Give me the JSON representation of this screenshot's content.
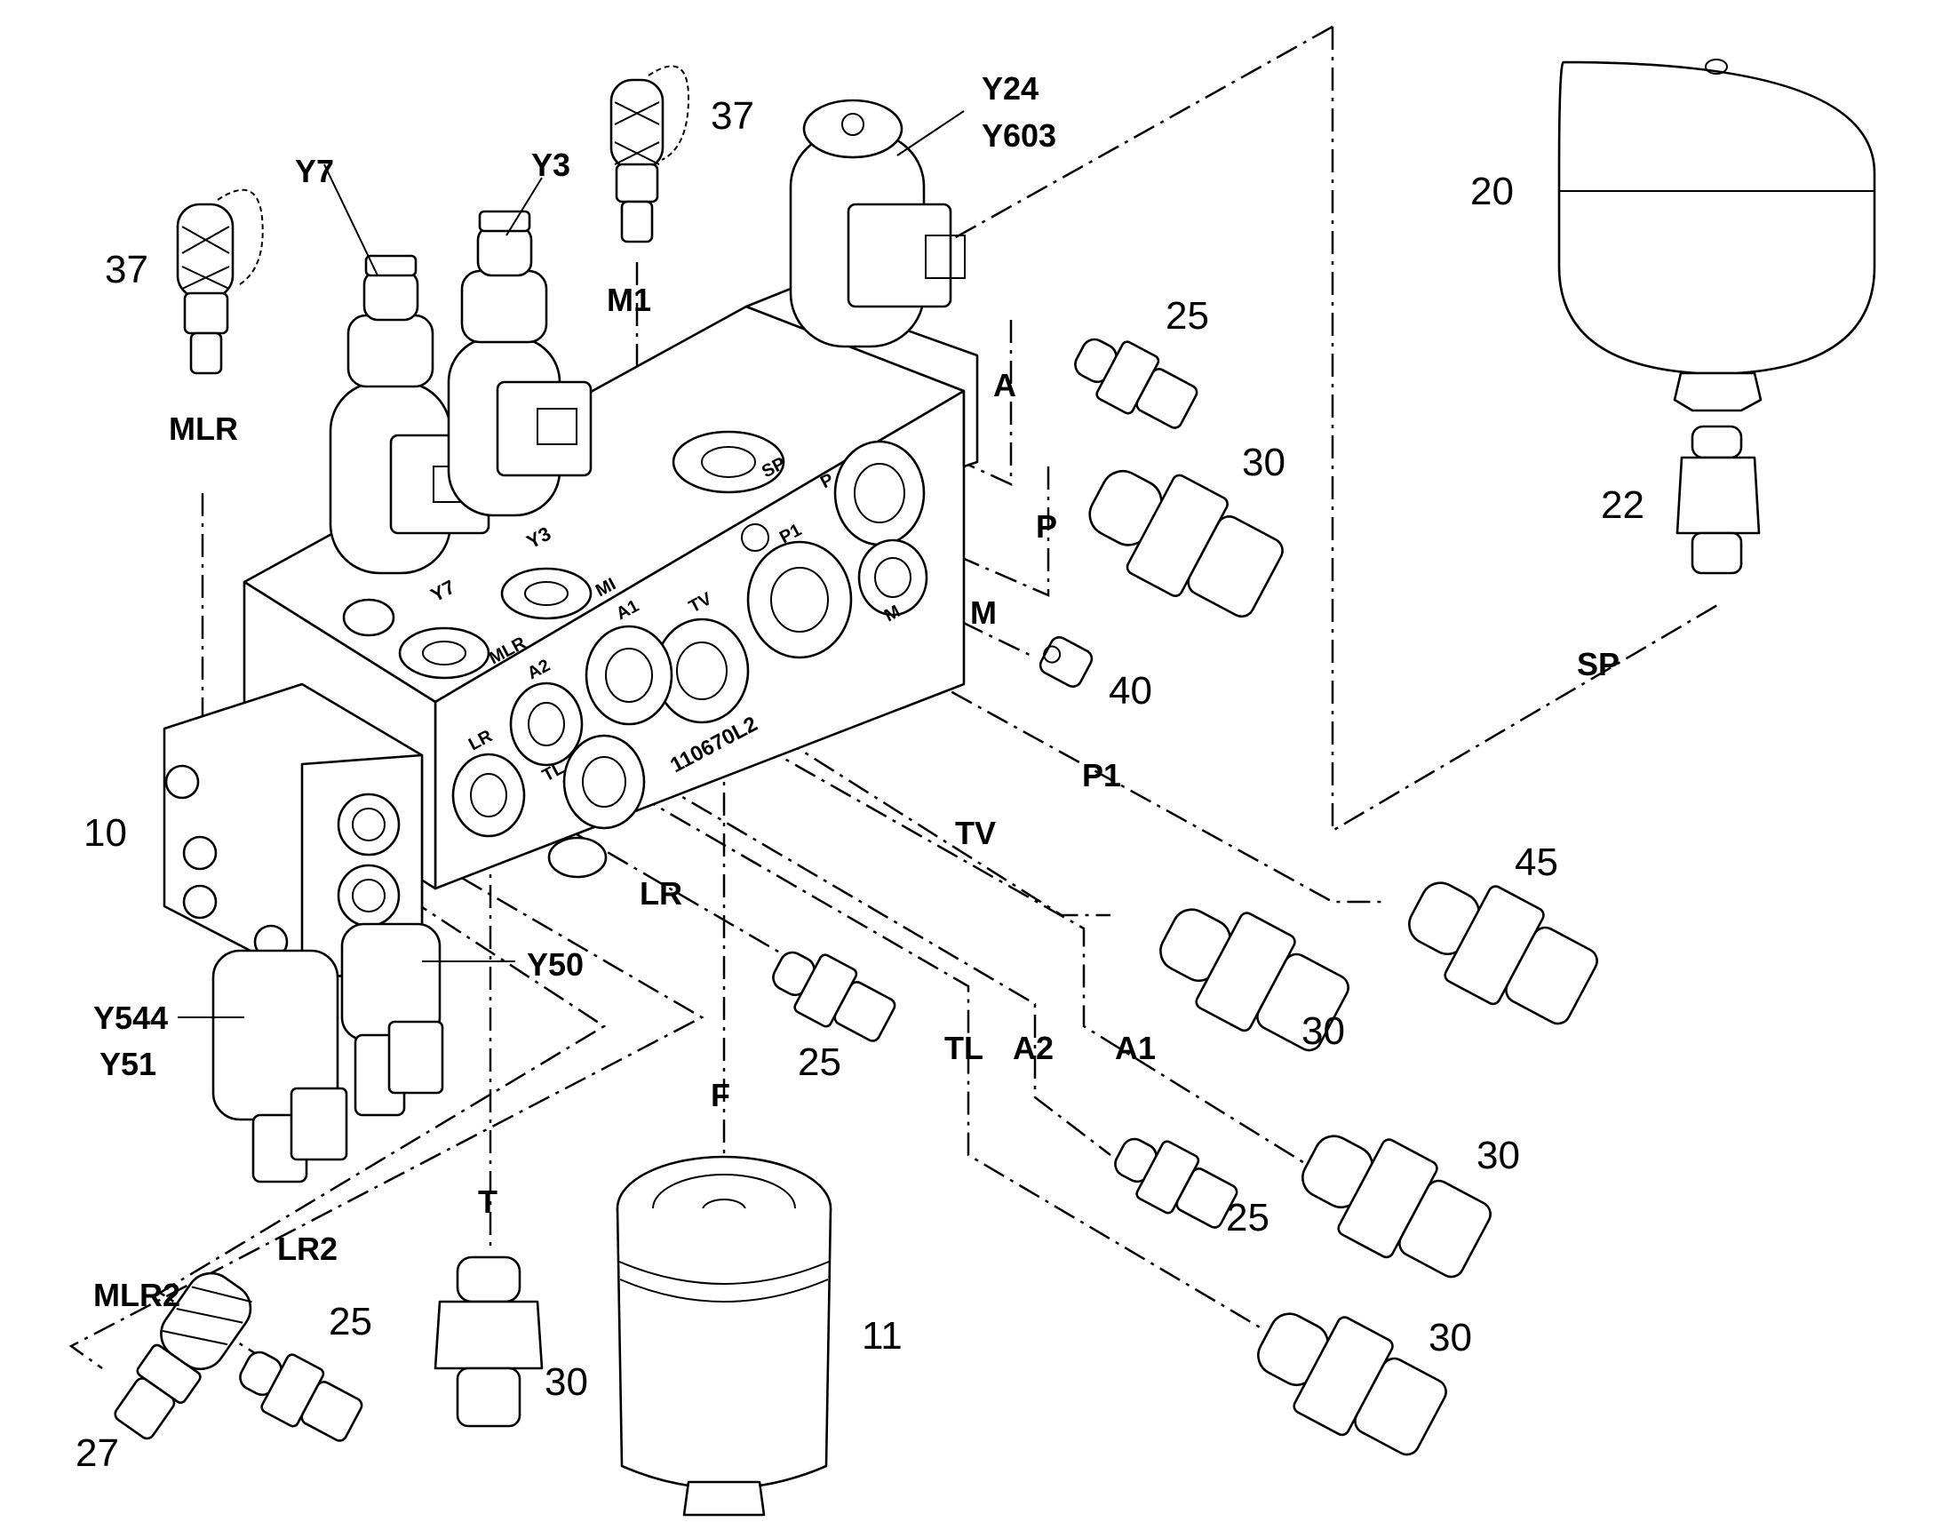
{
  "part_numbers": {
    "p37a": "37",
    "p37b": "37",
    "p25a": "25",
    "p30a": "30",
    "p20": "20",
    "p22": "22",
    "p40": "40",
    "p10": "10",
    "p45": "45",
    "p25b": "25",
    "p30b": "30",
    "p30c": "30",
    "p25c": "25",
    "p25d": "25",
    "p30d": "30",
    "p11": "11",
    "p30e": "30",
    "p27": "27"
  },
  "port_labels": {
    "Y7": "Y7",
    "Y3": "Y3",
    "M1": "M1",
    "Y24": "Y24",
    "Y603": "Y603",
    "MLR": "MLR",
    "A": "A",
    "P": "P",
    "M": "M",
    "SP": "SP",
    "P1": "P1",
    "TV": "TV",
    "LR": "LR",
    "Y50": "Y50",
    "Y544": "Y544",
    "Y51": "Y51",
    "F": "F",
    "TL": "TL",
    "A2": "A2",
    "A1": "A1",
    "T": "T",
    "LR2": "LR2",
    "MLR2": "MLR2"
  },
  "block_markings": {
    "y7": "Y7",
    "y3": "Y3",
    "m1": "MI",
    "mlr": "MLR",
    "a1": "A1",
    "tv": "TV",
    "a2": "A2",
    "lr": "LR",
    "tl": "TL",
    "p1": "P1",
    "p": "P",
    "m": "M",
    "sp": "SP",
    "serial": "110670L2"
  }
}
